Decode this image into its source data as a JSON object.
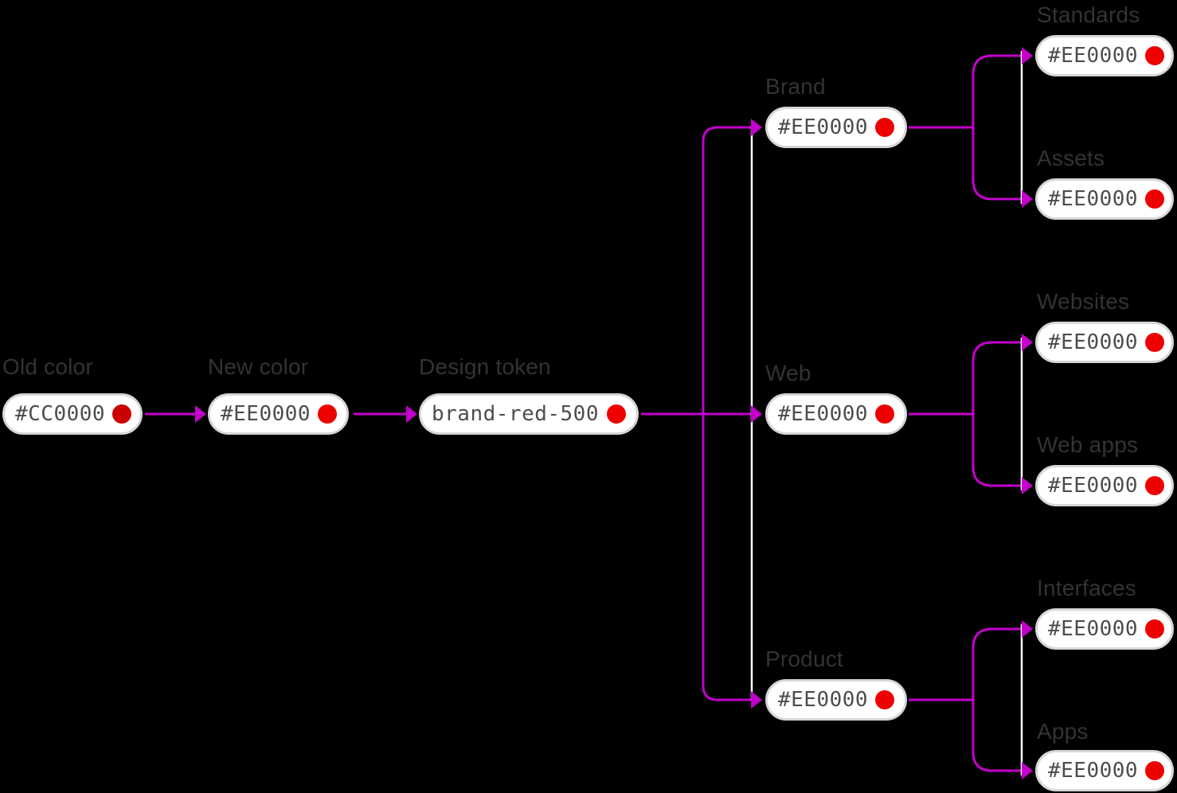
{
  "colors": {
    "background": "#000000",
    "line_magenta": "#C400CC",
    "line_white": "#FFFFFF",
    "pill_bg": "#FFFFFF",
    "pill_border": "#D6D6D6",
    "pill_text": "#4D4D4D",
    "label_text": "#333333",
    "dot_old_red": "#CC0000",
    "dot_brand_red": "#EE0000"
  },
  "diagram": {
    "chain": [
      {
        "id": "old-color",
        "label": "Old color",
        "value": "#CC0000",
        "dot_color": "#CC0000"
      },
      {
        "id": "new-color",
        "label": "New color",
        "value": "#EE0000",
        "dot_color": "#EE0000"
      },
      {
        "id": "design-token",
        "label": "Design token",
        "value": "brand-red-500",
        "dot_color": "#EE0000"
      }
    ],
    "branches": [
      {
        "id": "brand",
        "label": "Brand",
        "value": "#EE0000",
        "dot_color": "#EE0000",
        "children": [
          {
            "id": "standards",
            "label": "Standards",
            "value": "#EE0000",
            "dot_color": "#EE0000"
          },
          {
            "id": "assets",
            "label": "Assets",
            "value": "#EE0000",
            "dot_color": "#EE0000"
          }
        ]
      },
      {
        "id": "web",
        "label": "Web",
        "value": "#EE0000",
        "dot_color": "#EE0000",
        "children": [
          {
            "id": "websites",
            "label": "Websites",
            "value": "#EE0000",
            "dot_color": "#EE0000"
          },
          {
            "id": "web-apps",
            "label": "Web apps",
            "value": "#EE0000",
            "dot_color": "#EE0000"
          }
        ]
      },
      {
        "id": "product",
        "label": "Product",
        "value": "#EE0000",
        "dot_color": "#EE0000",
        "children": [
          {
            "id": "interfaces",
            "label": "Interfaces",
            "value": "#EE0000",
            "dot_color": "#EE0000"
          },
          {
            "id": "apps",
            "label": "Apps",
            "value": "#EE0000",
            "dot_color": "#EE0000"
          }
        ]
      }
    ]
  }
}
